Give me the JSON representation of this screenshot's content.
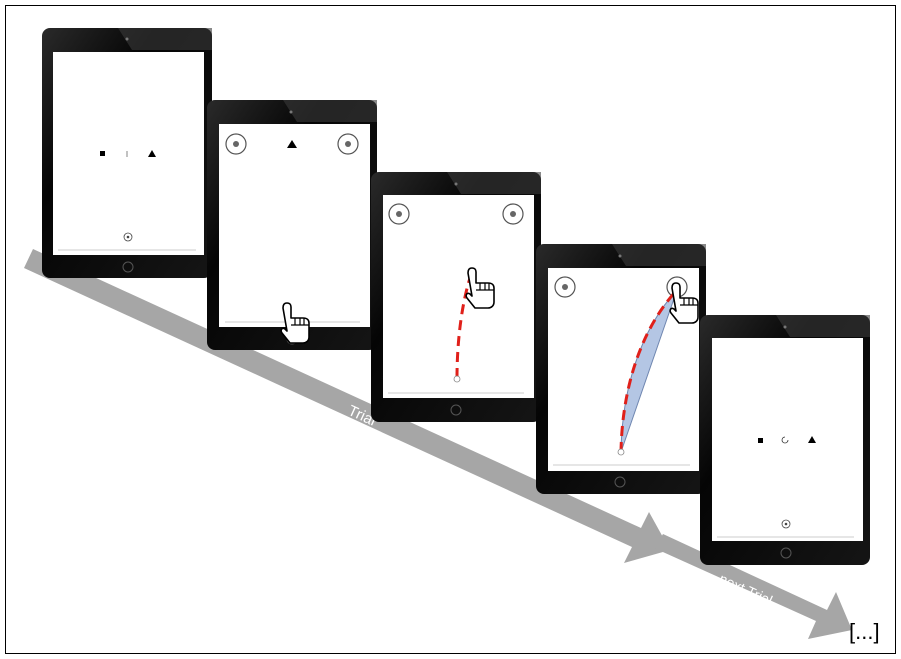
{
  "labels": {
    "trial": "Trial",
    "next_trial": "next Trial",
    "ellipsis": "[...]"
  },
  "colors": {
    "arrow": "#a6a6a6",
    "tablet_body": "#0b0b0b",
    "screen": "#ffffff",
    "trajectory": "#e0201a",
    "deviation_area": "#b4c6e4"
  },
  "screens": [
    {
      "name": "start-screen",
      "content": "stimulus-row-with-start-button"
    },
    {
      "name": "response-onset-screen",
      "content": "two-targets-and-triangle-cue"
    },
    {
      "name": "movement-screen",
      "content": "partial-trajectory"
    },
    {
      "name": "target-reached-screen",
      "content": "full-trajectory-with-deviation-area"
    },
    {
      "name": "next-trial-screen",
      "content": "stimulus-row-with-start-button"
    }
  ],
  "icons": {
    "square": "black-square-icon",
    "triangle": "black-triangle-icon",
    "hand_cursor": "pointing-hand-icon",
    "target": "target-circle-icon"
  }
}
